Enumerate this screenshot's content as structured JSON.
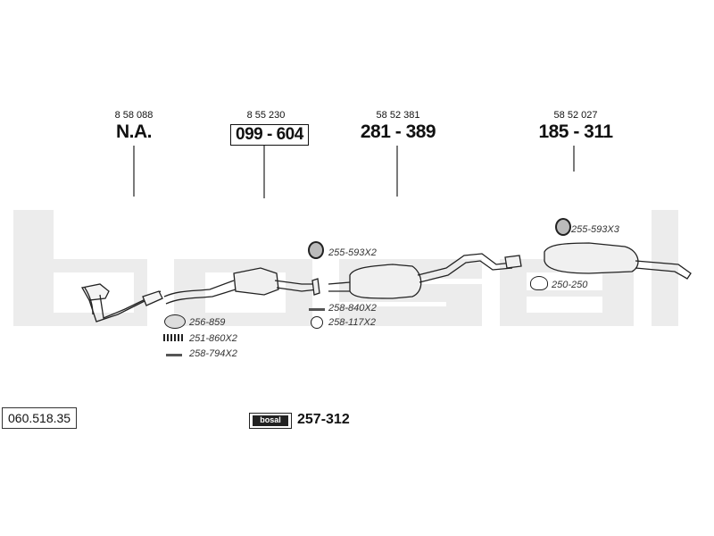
{
  "catalog_number": "060.518.35",
  "watermark": "bosal",
  "groups": [
    {
      "oe": "8 58 088",
      "part": "N.A."
    },
    {
      "oe": "8 55 230",
      "part": "099 - 604"
    },
    {
      "oe": "58 52 381",
      "part": "281 - 389"
    },
    {
      "oe": "58 52 027",
      "part": "185 - 311"
    }
  ],
  "accessories": [
    {
      "icon": "seal-ring-icon",
      "label": "256-859"
    },
    {
      "icon": "spring-icon",
      "label": "251-860X2"
    },
    {
      "icon": "bolt-icon",
      "label": "258-794X2"
    },
    {
      "icon": "rubber-hanger-icon",
      "label": "255-593X2"
    },
    {
      "icon": "bolt-icon",
      "label": "258-840X2"
    },
    {
      "icon": "gasket-icon",
      "label": "258-117X2"
    },
    {
      "icon": "rubber-hanger-icon",
      "label": "255-593X3"
    },
    {
      "icon": "clamp-icon",
      "label": "250-250"
    }
  ],
  "kit": {
    "brand": "bosal",
    "label": "257-312"
  },
  "colors": {
    "line": "#222222",
    "watermark": "#e9e9e9"
  }
}
